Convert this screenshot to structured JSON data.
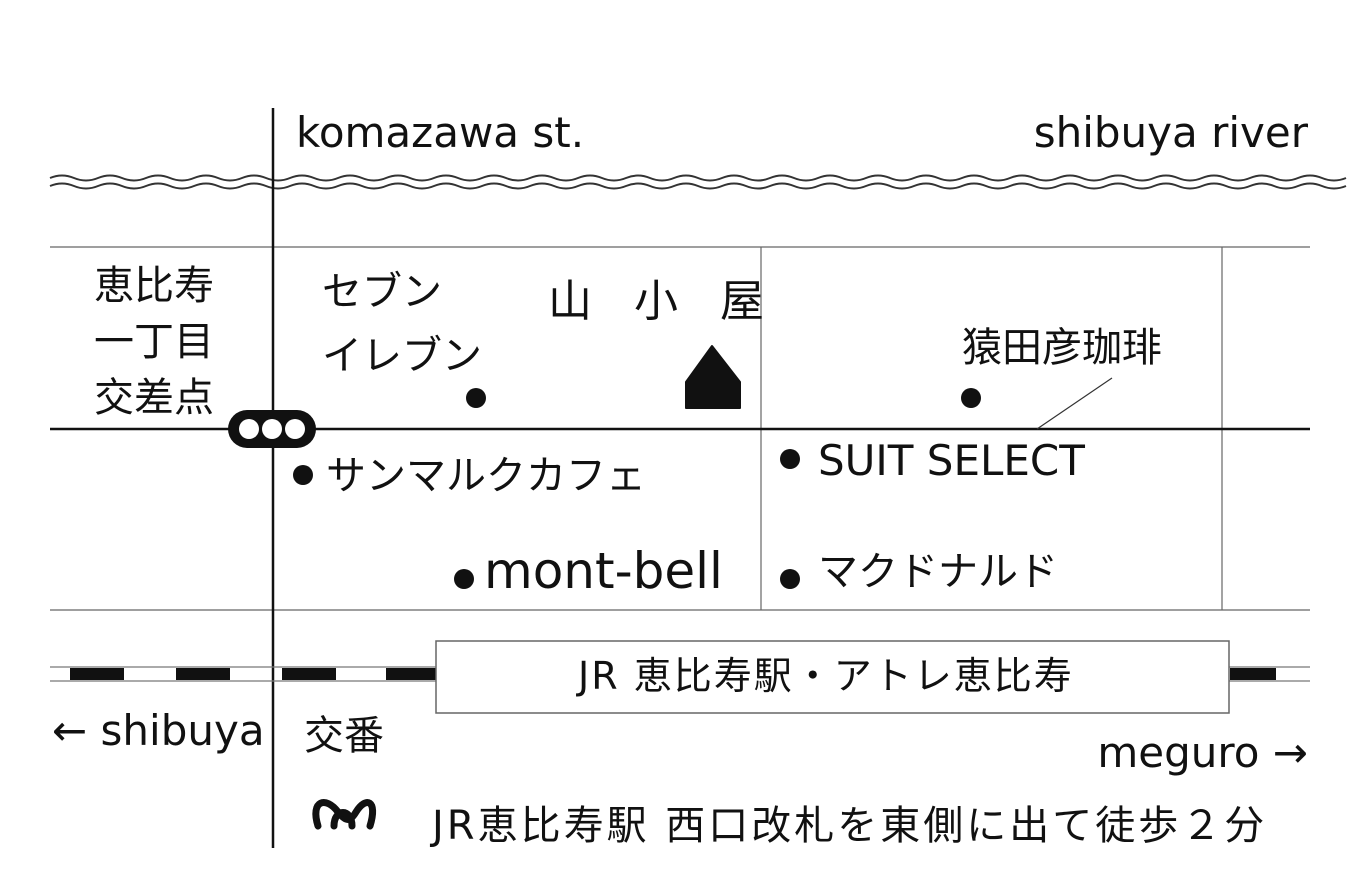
{
  "map": {
    "streets": {
      "komazawa": "komazawa st.",
      "river": "shibuya river"
    },
    "intersection": {
      "line1": "恵比寿",
      "line2": "一丁目",
      "line3": "交差点"
    },
    "places": {
      "seven_line1": "セブン",
      "seven_line2": "イレブン",
      "shop_name": "山 小 屋",
      "sarutahiko": "猿田彦珈琲",
      "saint_marc": "サンマルクカフェ",
      "suit_select": "SUIT SELECT",
      "mont_bell": "mont-bell",
      "mcdonalds": "マクドナルド",
      "koban": "交番"
    },
    "station_label": "JR 恵比寿駅・アトレ恵比寿",
    "directions": {
      "left": "← shibuya",
      "right": "meguro →"
    },
    "access_note": "JR恵比寿駅 西口改札を東側に出て徒歩２分",
    "icons": {
      "shop_marker": "house-icon",
      "traffic_light": "traffic-light-icon",
      "metro_logo": "tokyo-metro-icon"
    },
    "colors": {
      "ink": "#111111",
      "line": "#555555",
      "background": "#ffffff"
    }
  }
}
